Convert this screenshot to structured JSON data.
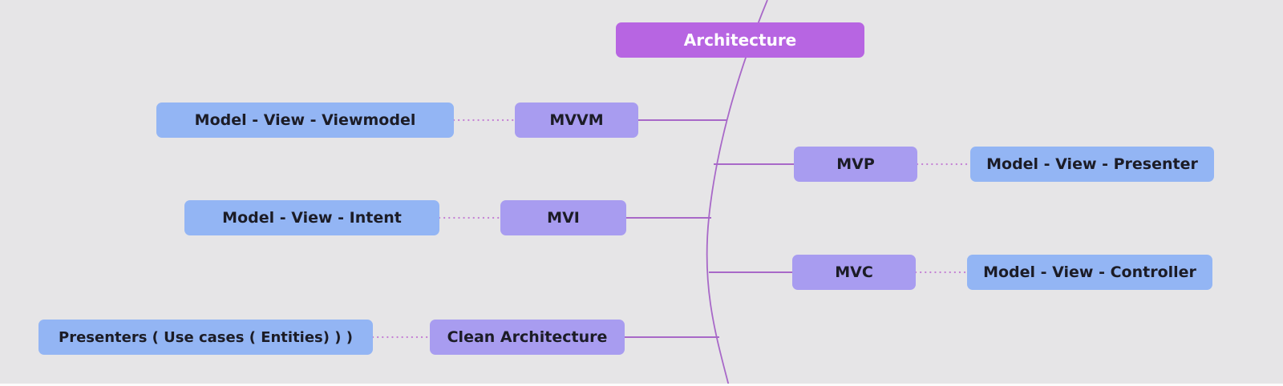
{
  "colors": {
    "bg": "#e6e5e7",
    "root-fill": "#b765e2",
    "root-text": "#ffffff",
    "topic-fill": "#a89cf0",
    "detail-fill": "#93b5f4",
    "node-text": "#1c1c26",
    "line": "#a868c8",
    "dotted-line": "#c47fd4",
    "canvas-edge": "#fcfcfc"
  },
  "mindmap": {
    "root": {
      "label": "Architecture"
    },
    "branches": [
      {
        "side": "left",
        "topic": {
          "label": "MVVM"
        },
        "detail": {
          "label": "Model - View - Viewmodel"
        }
      },
      {
        "side": "right",
        "topic": {
          "label": "MVP"
        },
        "detail": {
          "label": "Model - View - Presenter"
        }
      },
      {
        "side": "left",
        "topic": {
          "label": "MVI"
        },
        "detail": {
          "label": "Model - View - Intent"
        }
      },
      {
        "side": "right",
        "topic": {
          "label": "MVC"
        },
        "detail": {
          "label": "Model - View - Controller"
        }
      },
      {
        "side": "left",
        "topic": {
          "label": "Clean Architecture"
        },
        "detail": {
          "label": "Presenters ( Use cases ( Entities) ) )"
        }
      }
    ]
  }
}
